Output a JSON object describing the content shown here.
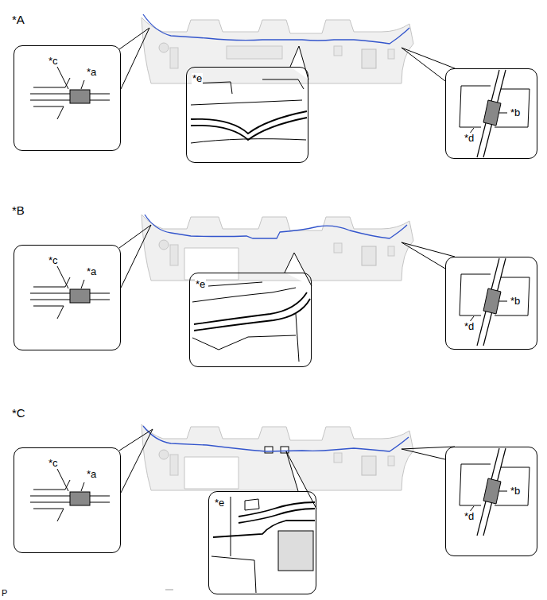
{
  "diagram": {
    "nodes": [
      {
        "text": [
          "*c",
          "*a"
        ]
      },
      {
        "text": [
          "*e"
        ]
      },
      {
        "text": [
          "*b",
          "*d"
        ]
      },
      {
        "text": [
          "*c",
          "*a"
        ]
      },
      {
        "text": [
          "*e"
        ]
      },
      {
        "text": [
          "*b",
          "*d"
        ]
      },
      {
        "text": [
          "*c",
          "*a"
        ]
      },
      {
        "text": [
          "*e"
        ]
      },
      {
        "text": [
          "*b",
          "*d"
        ]
      }
    ],
    "edges": [],
    "labels": [
      "*A",
      "*B",
      "*C",
      "P"
    ]
  }
}
